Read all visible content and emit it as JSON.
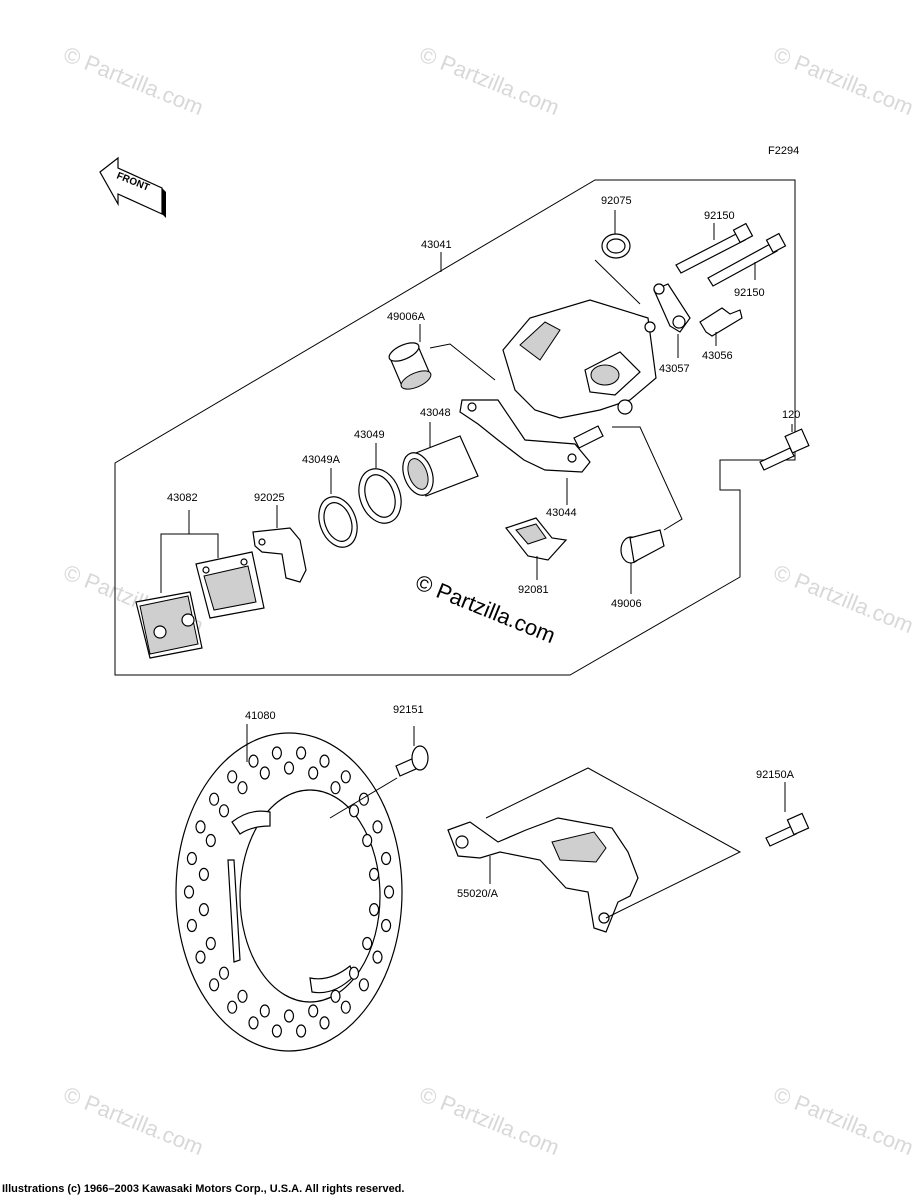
{
  "figure_code": "F2294",
  "front_label": "FRONT",
  "watermark": "© Partzilla.com",
  "copyright": "Illustrations (c) 1966–2003 Kawasaki Motors Corp., U.S.A.  All rights reserved.",
  "parts": {
    "p43041": "43041",
    "p92075": "92075",
    "p92150_top": "92150",
    "p92150_right": "92150",
    "p49006A": "49006A",
    "p43056": "43056",
    "p43057": "43057",
    "p43048": "43048",
    "p43049": "43049",
    "p43049A": "43049A",
    "p120": "120",
    "p43082": "43082",
    "p92025": "92025",
    "p43044": "43044",
    "p92081": "92081",
    "p49006": "49006",
    "p41080": "41080",
    "p92151": "92151",
    "p92150A": "92150A",
    "p55020A": "55020/A"
  }
}
